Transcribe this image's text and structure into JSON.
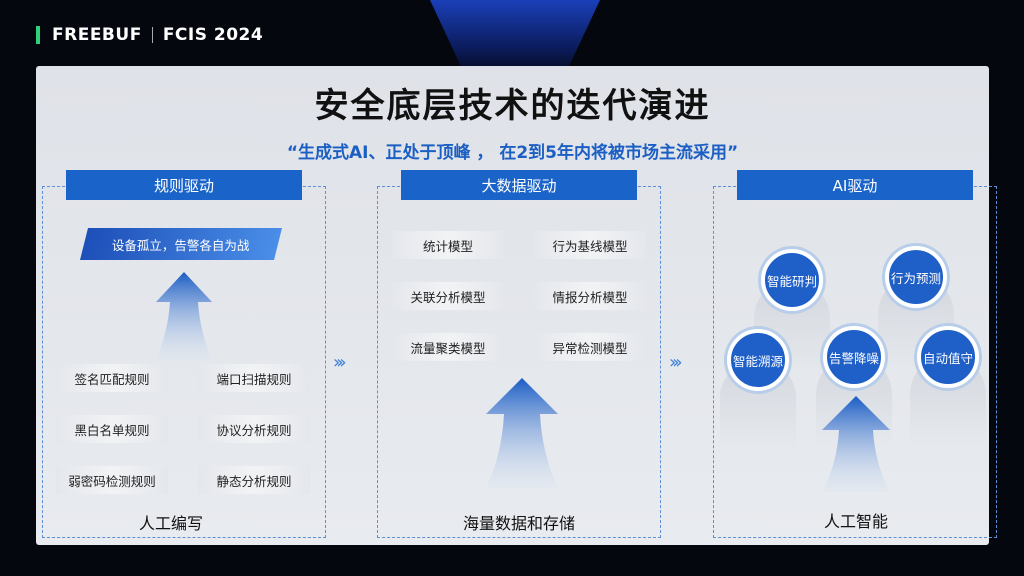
{
  "header": {
    "brand": "FREEBUF",
    "event": "FCIS 2024"
  },
  "slide": {
    "title": "安全底层技术的迭代演进",
    "subtitle": "“生成式AI、正处于顶峰 ， 在2到5年内将被市场主流采用”"
  },
  "columns": [
    {
      "heading": "规则驱动",
      "banner": "设备孤立，告警各自为战",
      "items": [
        "签名匹配规则",
        "端口扫描规则",
        "黑白名单规则",
        "协议分析规则",
        "弱密码检测规则",
        "静态分析规则"
      ],
      "footer": "人工编写"
    },
    {
      "heading": "大数据驱动",
      "items": [
        "统计模型",
        "行为基线模型",
        "关联分析模型",
        "情报分析模型",
        "流量聚类模型",
        "异常检测模型"
      ],
      "footer": "海量数据和存储"
    },
    {
      "heading": "AI驱动",
      "circles": [
        "智能研判",
        "行为预测",
        "智能溯源",
        "告警降噪",
        "自动值守"
      ],
      "footer": "人工智能"
    }
  ],
  "colors": {
    "accent": "#1a63c9",
    "subtitle": "#1c5fc4",
    "brand_mark": "#2fd07a",
    "background": "#05070f",
    "panel": "#e3e6eb"
  }
}
